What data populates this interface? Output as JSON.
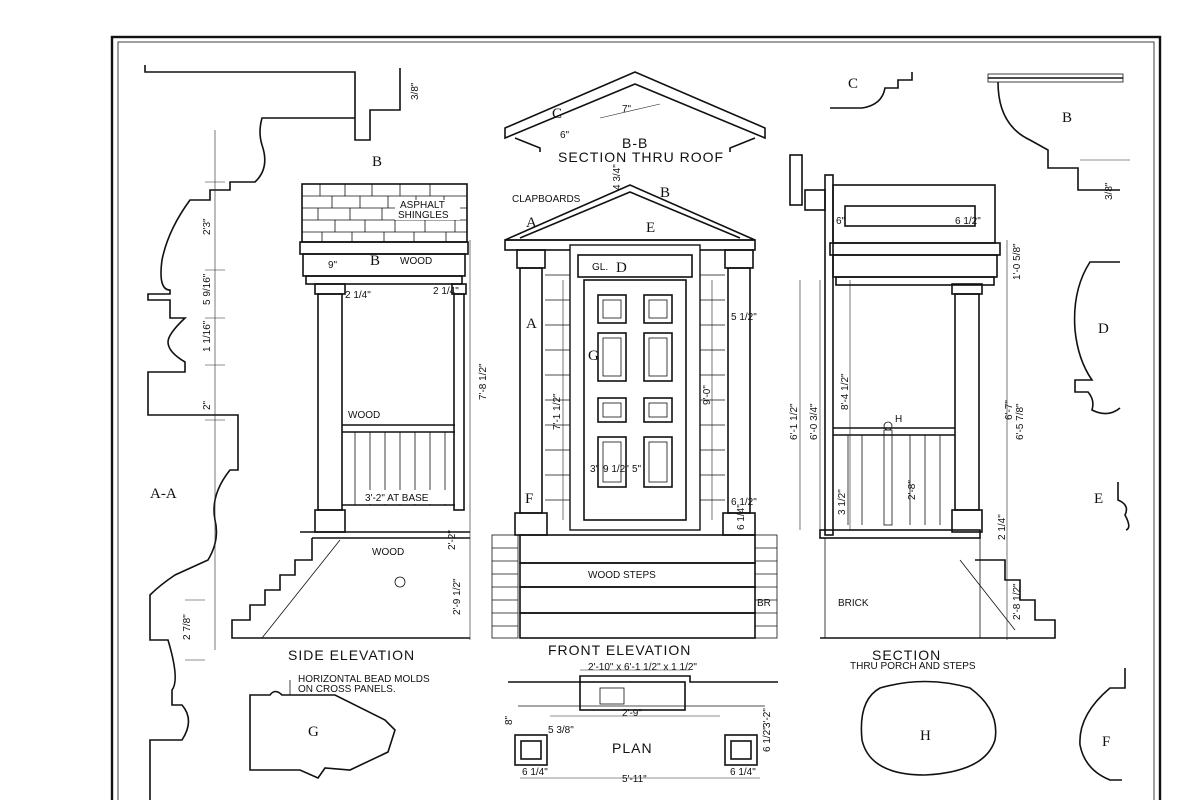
{
  "views": {
    "section_roof": "SECTION THRU ROOF",
    "section_roof_tag": "B-B",
    "side_elevation": "SIDE ELEVATION",
    "front_elevation": "FRONT ELEVATION",
    "section_porch": "SECTION",
    "section_porch_sub": "THRU PORCH AND STEPS",
    "plan": "PLAN"
  },
  "profiles": {
    "aa": "A-A",
    "b": "B",
    "c": "C",
    "d": "D",
    "e": "E",
    "f": "F",
    "g": "G",
    "h": "H"
  },
  "notes": {
    "clapboards": "CLAPBOARDS",
    "asphalt": "ASPHALT",
    "shingles": "SHINGLES",
    "wood1": "WOOD",
    "wood2": "WOOD",
    "wood3": "WOOD",
    "at_base": "3'-2\" AT BASE",
    "wood_steps": "WOOD STEPS",
    "brick": "BRICK",
    "bead_molds_1": "HORIZONTAL BEAD MOLDS",
    "bead_molds_2": "ON CROSS PANELS.",
    "gl": "GL.",
    "gl_d": "D",
    "door_g": "G",
    "e_mark": "E",
    "a_mark1": "A",
    "a_mark2": "A",
    "b_mark_front": "B",
    "f_mark": "F",
    "c_mark": "C",
    "b_side1": "B",
    "b_side2": "B",
    "h_mark": "H",
    "br_mark": "BR"
  },
  "dims": {
    "aa_1": "2'3\"",
    "aa_2": "5 9/16\"",
    "aa_3": "1 1/16\"",
    "aa_4": "2\"",
    "aa_5": "2 7/8\"",
    "top_3_8": "3/8\"",
    "side_9": "9\"",
    "side_2_1_4a": "2 1/4\"",
    "side_2_1_4b": "2 1/4\"",
    "side_7_8": "7'-8 1/2\"",
    "side_2_2": "2'-2\"",
    "side_2_9": "2'-9 1/2\"",
    "front_7_1": "7'-1 1/2\"",
    "front_9_0": "9'-0\"",
    "front_9_1_2": "9 1/2\"",
    "front_5": "5\"",
    "front_6_1_2": "6 1/2\"",
    "front_6_1_4": "6 1/4\"",
    "front_5_1_2": "5 1/2\"",
    "front_4_3_4": "4 3/4\"",
    "front_3": "3\"",
    "sect_6_1_2": "6'-1 1/2\"",
    "sect_6_0": "6'-0 3/4\"",
    "sect_8_4": "8'-4 1/2\"",
    "sect_6_5": "6'-5 7/8\"",
    "sect_6_7": "6'-7\"",
    "sect_1_0": "1'-0 5/8\"",
    "sect_2_8a": "2'-8\"",
    "sect_2_8b": "2'-8 1/2\"",
    "sect_6_1": "6\"",
    "sect_6_1_2b": "6 1/2\"",
    "sect_2_1_4": "2 1/4\"",
    "sect_3_1_2": "3 1/2\"",
    "plan_top": "2'-10\" x 6'-1 1/2\" x 1 1/2\"",
    "plan_2_9": "2'-9\"",
    "plan_5_11": "5'-11\"",
    "plan_6_1_4a": "6 1/4\"",
    "plan_6_1_4b": "6 1/4\"",
    "plan_6_1_2": "6 1/2\"",
    "plan_5_3_8": "5 3/8\"",
    "plan_3_2": "3'-2\"",
    "plan_8": "8\"",
    "roof_6": "6\"",
    "roof_7": "7\""
  }
}
